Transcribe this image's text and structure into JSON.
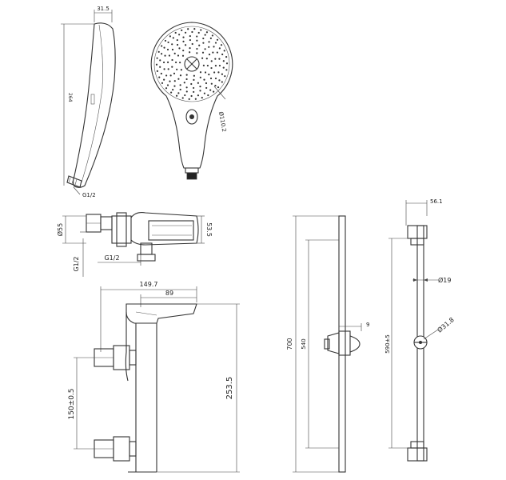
{
  "dimensions": {
    "handshower_head_thickness": "31.5",
    "handshower_length": "264",
    "handshower_connection": "G1/2",
    "handshower_face_diameter": "Ø110.2",
    "mixer_body_diameter": "Ø55",
    "mixer_body_height": "53.5",
    "mixer_inlet_thread": "G1/2",
    "mixer_outlet_thread": "G1/2",
    "mixer_total_depth": "149.7",
    "mixer_spout_depth": "89",
    "mixer_inlet_spacing": "150±0.5",
    "mixer_total_height": "253.5",
    "rail_total_length": "700",
    "rail_slide_range": "540",
    "rail_slider_depth": "9",
    "rail_fixing_distance": "590±5",
    "rail_bracket_depth": "56.1",
    "rail_tube_diameter": "Ø19",
    "rail_slider_diameter": "Ø31.8"
  }
}
